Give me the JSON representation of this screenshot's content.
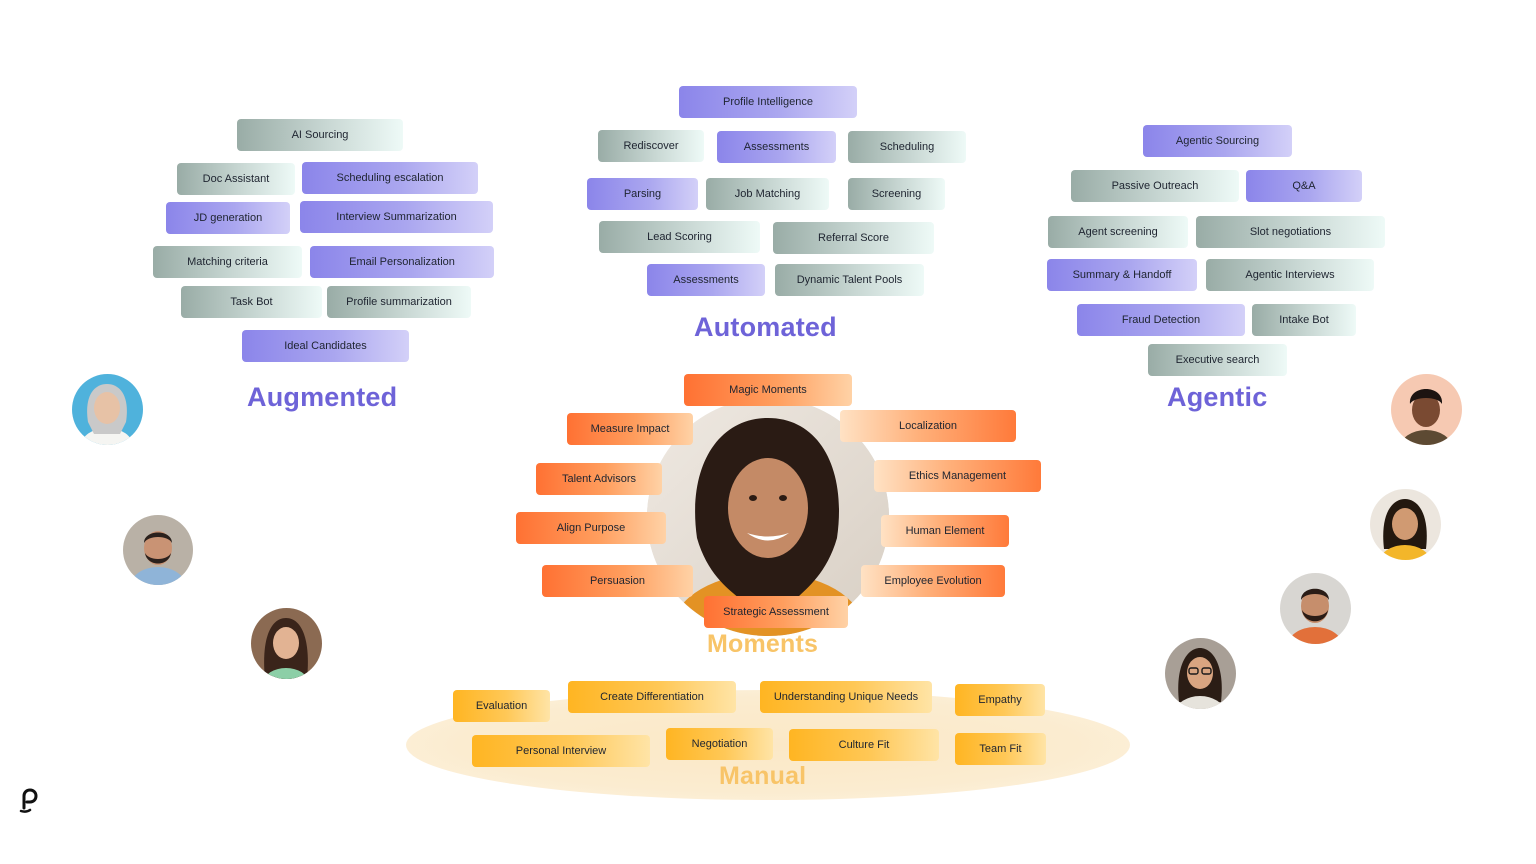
{
  "augmented": {
    "title": "Augmented",
    "items": [
      "AI Sourcing",
      "Doc Assistant",
      "Scheduling escalation",
      "JD generation",
      "Interview Summarization",
      "Matching criteria",
      "Email Personalization",
      "Task Bot",
      "Profile summarization",
      "Ideal Candidates"
    ]
  },
  "automated": {
    "title": "Automated",
    "items": [
      "Profile Intelligence",
      "Rediscover",
      "Assessments",
      "Scheduling",
      "Parsing",
      "Job Matching",
      "Screening",
      "Lead Scoring",
      "Referral Score",
      "Assessments",
      "Dynamic Talent Pools"
    ]
  },
  "agentic": {
    "title": "Agentic",
    "items": [
      "Agentic Sourcing",
      "Passive Outreach",
      "Q&A",
      "Agent screening",
      "Slot negotiations",
      "Summary & Handoff",
      "Agentic Interviews",
      "Fraud Detection",
      "Intake Bot",
      "Executive search"
    ]
  },
  "moments": {
    "title": "Moments",
    "items": [
      "Magic Moments",
      "Measure Impact",
      "Localization",
      "Talent Advisors",
      "Ethics Management",
      "Align Purpose",
      "Human Element",
      "Persuasion",
      "Employee Evolution",
      "Strategic Assessment"
    ]
  },
  "manual": {
    "title": "Manual",
    "items": [
      "Evaluation",
      "Create Differentiation",
      "Understanding Unique Needs",
      "Empathy",
      "Personal Interview",
      "Negotiation",
      "Culture Fit",
      "Team Fit"
    ]
  },
  "colors": {
    "heading_purple": "#6e63d8",
    "heading_gold": "#f8c468",
    "gray_pill": "#99aca6",
    "purple_pill": "#8b85ea",
    "orange_pill": "#ff7133",
    "yellow_pill": "#ffb522"
  },
  "icons": {
    "logo": "brand-logo-icon",
    "people": [
      "avatar-woman-silver-hair",
      "avatar-man-beard",
      "avatar-woman-long-hair",
      "avatar-man-curly-hair",
      "avatar-woman-smiling",
      "avatar-man-bearded-smiling",
      "avatar-woman-glasses",
      "hero-woman-curly-hair"
    ]
  }
}
